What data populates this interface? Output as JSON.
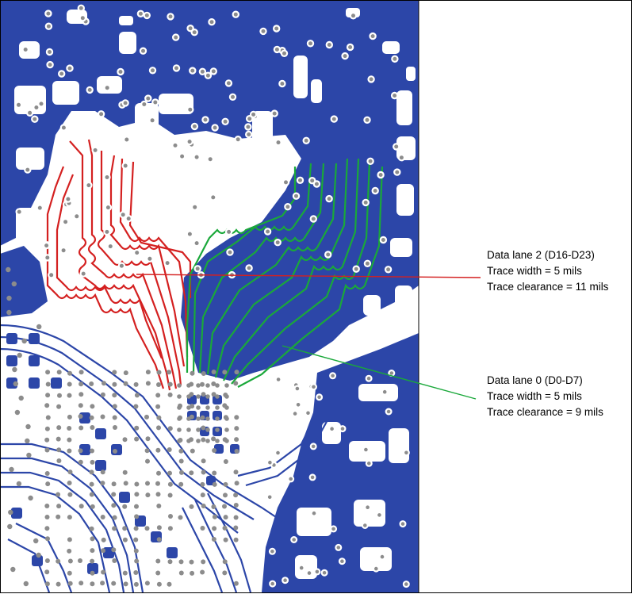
{
  "annotations": {
    "lane2": {
      "title": "Data lane 2 (D16-D23)",
      "width": "Trace width = 5 mils",
      "clearance": "Trace clearance = 11 mils",
      "color": "#d42020"
    },
    "lane0": {
      "title": "Data lane 0 (D0-D7)",
      "width": "Trace width = 5 mils",
      "clearance": "Trace clearance = 9 mils",
      "color": "#1aa83a"
    }
  },
  "colors": {
    "copper": "#2c46a8",
    "board": "#ffffff",
    "via": "#8c8c8c",
    "trace_lane2": "#d42020",
    "trace_lane0": "#1aa83a"
  }
}
